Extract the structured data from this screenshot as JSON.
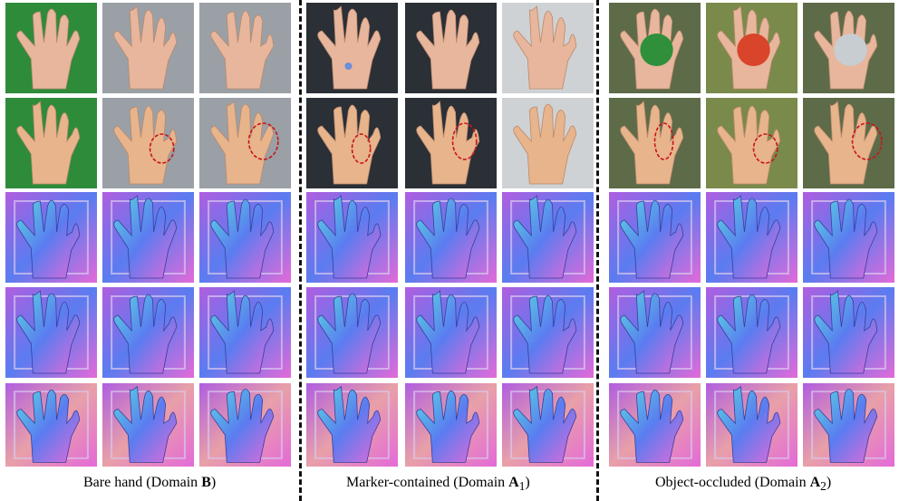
{
  "captions": {
    "bare": {
      "prefix": "Bare hand (Domain ",
      "bold": "B",
      "suffix": ")"
    },
    "marker": {
      "prefix": "Marker-contained (Domain ",
      "bold": "A",
      "sub": "1",
      "suffix": ")"
    },
    "object": {
      "prefix": "Object-occluded (Domain ",
      "bold": "A",
      "sub": "2",
      "suffix": ")"
    }
  },
  "colors": {
    "green_screen": "#2e8b3a",
    "skin": "#e7b69c",
    "mesh_skin": "#e8b48c",
    "lab_dark": "#2b2f36",
    "ellipse": "#c8151b",
    "normal_blue": "#5a7cf0",
    "normal_purple": "#b05ee0",
    "normal_pink": "#e46ad8",
    "normal_cyan": "#58d8e0"
  }
}
